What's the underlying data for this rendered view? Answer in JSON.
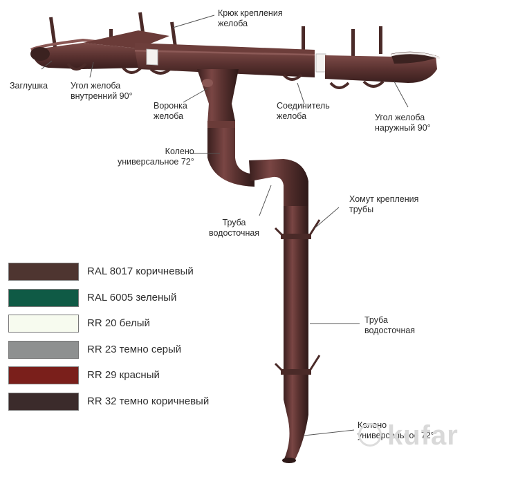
{
  "labels": {
    "hook": "Крюк крепления\nжелоба",
    "cap": "Заглушка",
    "inner_corner": "Угол желоба\nвнутренний 90°",
    "funnel": "Воронка\nжелоба",
    "connector": "Соединитель\nжелоба",
    "outer_corner": "Угол желоба\nнаружный 90°",
    "elbow_top": "Колено\nуниверсальное 72°",
    "clamp": "Хомут крепления\nтрубы",
    "pipe_1": "Труба\nводосточная",
    "pipe_2": "Труба\nводосточная",
    "elbow_bottom": "Колено\nуниверсальное 72°"
  },
  "colors": [
    {
      "label": "RAL 8017 коричневый",
      "hex": "#4e3530"
    },
    {
      "label": "RAL 6005 зеленый",
      "hex": "#0f5a45"
    },
    {
      "label": "RR 20 белый",
      "hex": "#f7fbef"
    },
    {
      "label": "RR 23 темно серый",
      "hex": "#8e9090"
    },
    {
      "label": "RR 29 красный",
      "hex": "#7a1f1b"
    },
    {
      "label": "RR 32 темно коричневый",
      "hex": "#3b2b2b"
    }
  ],
  "product_color": "#5a3230",
  "watermark": "kufar"
}
